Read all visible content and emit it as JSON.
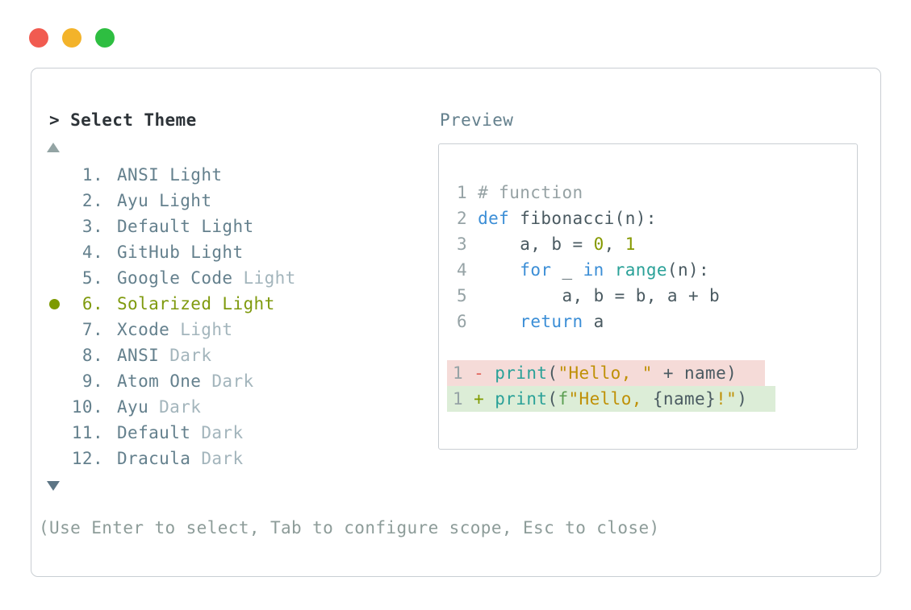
{
  "window": {
    "traffic_lights": [
      {
        "name": "close",
        "color": "#f15b50"
      },
      {
        "name": "minimize",
        "color": "#f3b32a"
      },
      {
        "name": "maximize",
        "color": "#2ebe41"
      }
    ]
  },
  "prompt": {
    "caret": ">",
    "title": "Select Theme"
  },
  "themes": {
    "items": [
      {
        "num": "1.",
        "main": "ANSI Light",
        "suffix": "",
        "selected": false
      },
      {
        "num": "2.",
        "main": "Ayu Light",
        "suffix": "",
        "selected": false
      },
      {
        "num": "3.",
        "main": "Default Light",
        "suffix": "",
        "selected": false
      },
      {
        "num": "4.",
        "main": "GitHub Light",
        "suffix": "",
        "selected": false
      },
      {
        "num": "5.",
        "main": "Google Code",
        "suffix": "Light",
        "selected": false
      },
      {
        "num": "6.",
        "main": "Solarized Light",
        "suffix": "",
        "selected": true
      },
      {
        "num": "7.",
        "main": "Xcode",
        "suffix": "Light",
        "selected": false
      },
      {
        "num": "8.",
        "main": "ANSI",
        "suffix": "Dark",
        "selected": false
      },
      {
        "num": "9.",
        "main": "Atom One",
        "suffix": "Dark",
        "selected": false
      },
      {
        "num": "10.",
        "main": "Ayu",
        "suffix": "Dark",
        "selected": false
      },
      {
        "num": "11.",
        "main": "Default",
        "suffix": "Dark",
        "selected": false
      },
      {
        "num": "12.",
        "main": "Dracula",
        "suffix": "Dark",
        "selected": false
      }
    ]
  },
  "preview": {
    "label": "Preview",
    "code_lines": [
      {
        "num": "1",
        "bg": "",
        "tokens": [
          {
            "t": "# function",
            "c": "comment"
          }
        ]
      },
      {
        "num": "2",
        "bg": "",
        "tokens": [
          {
            "t": "def",
            "c": "kw"
          },
          {
            "t": " fibonacci(n):",
            "c": "plain"
          }
        ]
      },
      {
        "num": "3",
        "bg": "",
        "tokens": [
          {
            "t": "    a, b = ",
            "c": "plain"
          },
          {
            "t": "0",
            "c": "num"
          },
          {
            "t": ", ",
            "c": "plain"
          },
          {
            "t": "1",
            "c": "num"
          }
        ]
      },
      {
        "num": "4",
        "bg": "",
        "tokens": [
          {
            "t": "    ",
            "c": "plain"
          },
          {
            "t": "for",
            "c": "kw"
          },
          {
            "t": " _ ",
            "c": "plain"
          },
          {
            "t": "in",
            "c": "kw"
          },
          {
            "t": " ",
            "c": "plain"
          },
          {
            "t": "range",
            "c": "fn"
          },
          {
            "t": "(n):",
            "c": "plain"
          }
        ]
      },
      {
        "num": "5",
        "bg": "",
        "tokens": [
          {
            "t": "        a, b = b, a + b",
            "c": "plain"
          }
        ]
      },
      {
        "num": "6",
        "bg": "",
        "tokens": [
          {
            "t": "    ",
            "c": "plain"
          },
          {
            "t": "return",
            "c": "kw"
          },
          {
            "t": " a",
            "c": "plain"
          }
        ]
      },
      {
        "num": "",
        "bg": "",
        "tokens": []
      },
      {
        "num": "1",
        "bg": "removed",
        "tokens": [
          {
            "t": "- ",
            "c": "minus"
          },
          {
            "t": "print",
            "c": "fn"
          },
          {
            "t": "(",
            "c": "plain"
          },
          {
            "t": "\"Hello, \"",
            "c": "str"
          },
          {
            "t": " + name)",
            "c": "plain"
          }
        ]
      },
      {
        "num": "1",
        "bg": "added",
        "tokens": [
          {
            "t": "+ ",
            "c": "plus"
          },
          {
            "t": "print",
            "c": "fn"
          },
          {
            "t": "(",
            "c": "plain"
          },
          {
            "t": "f",
            "c": "fstr"
          },
          {
            "t": "\"Hello, ",
            "c": "str"
          },
          {
            "t": "{name}",
            "c": "plain"
          },
          {
            "t": "!\"",
            "c": "str"
          },
          {
            "t": ")",
            "c": "plain"
          }
        ]
      }
    ]
  },
  "hint": "(Use Enter to select, Tab to configure scope, Esc to close)",
  "colors": {
    "prompt_text": "#2d3338",
    "list_text": "#64808d",
    "list_muted": "#a3b5bc",
    "selected_text": "#7f9a0e",
    "selected_bullet": "#7d9a00",
    "arrow_up": "#93a4a4",
    "arrow_down": "#5d7585",
    "hint_text": "#8d9c99",
    "line_number": "#96a3a6",
    "diff_removed_bg": "#f5dbd8",
    "diff_added_bg": "#dcedd7",
    "tokens": {
      "comment": "#96a2a4",
      "kw": "#3b8ed6",
      "plain": "#4a5a61",
      "num": "#859900",
      "fn": "#2aa198",
      "str": "#bf9005",
      "minus": "#e0635a",
      "plus": "#7f9a00",
      "fstr": "#5b9e52"
    }
  }
}
